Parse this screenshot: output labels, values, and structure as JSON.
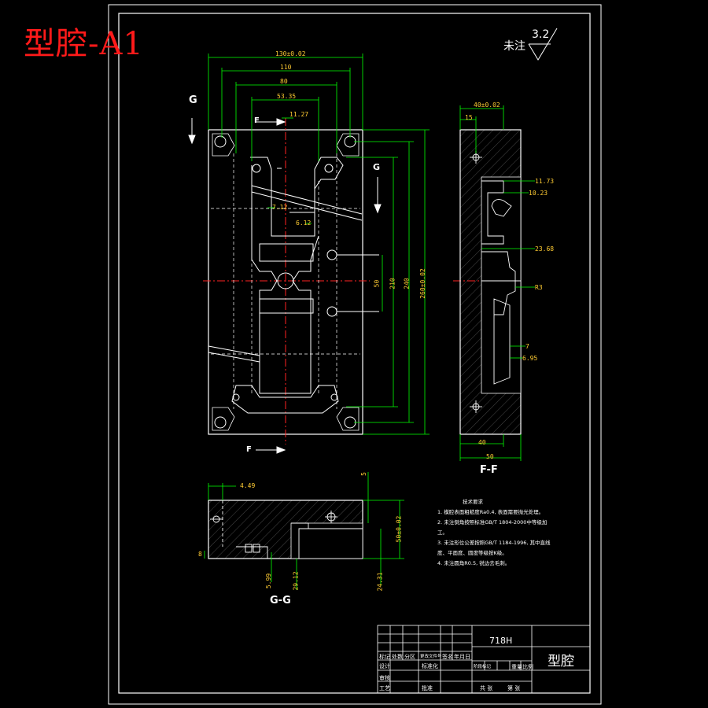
{
  "title": "型腔-A1",
  "roughness": {
    "label": "未注",
    "value": "3.2"
  },
  "colors": {
    "background": "#000000",
    "outline": "#ffffff",
    "dimension": "#00ff00",
    "dim_text": "#ffcc33",
    "centerline": "#ff2222",
    "title": "#ff1a1a"
  },
  "section_labels": {
    "g_top": "G",
    "f_top": "F",
    "g_right": "G",
    "f_bottom": "F",
    "ff": "F-F",
    "gg": "G-G"
  },
  "dims_main": {
    "d130": "130±0.02",
    "d110": "110",
    "d80": "80",
    "d5335": "53.35",
    "d1127": "11.27",
    "d712": "7.12",
    "d612": "6.12",
    "d50": "50",
    "d210": "210",
    "d240": "240",
    "d260": "260±0.02"
  },
  "dims_ff": {
    "d40top": "40±0.02",
    "d15": "15",
    "d1173": "11.73",
    "d1023": "10.23",
    "d2368": "23.68",
    "r3": "R3",
    "d7": "7",
    "d695": "6.95",
    "d40bot": "40",
    "d50bot": "50"
  },
  "dims_gg": {
    "d449": "4.49",
    "d5": "5",
    "d50": "50±0.02",
    "d8": "8",
    "d599": "5.99",
    "d2912": "29.12",
    "d2431": "24.31"
  },
  "notes": {
    "title": "技术要求",
    "items": [
      "1. 模腔表面粗糙度Ra0.4, 表面需要抛光处理。",
      "2. 未注倒角按照标准GB/T 1804-2000中等级加工。",
      "3. 未注形位公差按照GB/T 1184-1996, 其中直线度、平面度、圆度等级按K级。",
      "4. 未注圆角R0.5, 锐边去毛刺。"
    ]
  },
  "title_block": {
    "material": "718H",
    "name": "型腔",
    "row_labels": [
      "标记",
      "处数",
      "分区",
      "更改文件号",
      "签名",
      "年月日"
    ],
    "left_labels": [
      "设计",
      "审核",
      "工艺"
    ],
    "stage_labels": [
      "阶段标记",
      "重量",
      "比例"
    ],
    "footer": [
      "共 张",
      "第 张"
    ],
    "std": "标准化",
    "approve": "批准"
  }
}
